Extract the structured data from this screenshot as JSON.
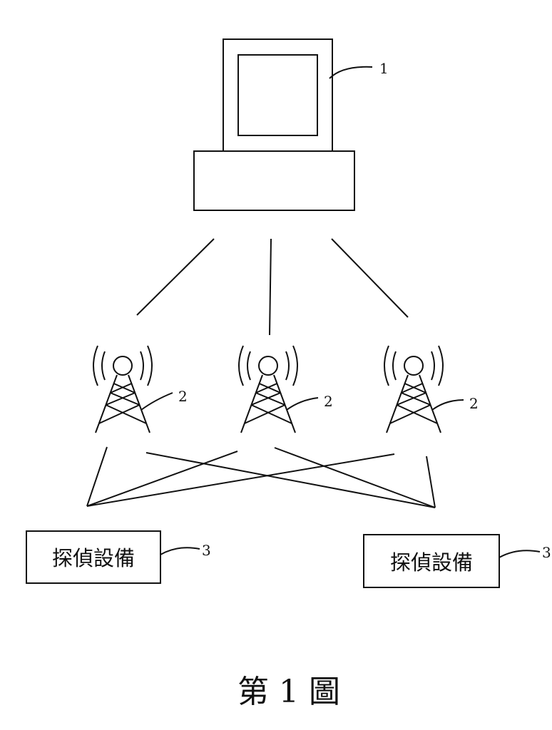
{
  "figure": {
    "caption": "第 1 圖",
    "computer": {
      "ref": "1"
    },
    "towers": [
      {
        "ref": "2"
      },
      {
        "ref": "2"
      },
      {
        "ref": "2"
      }
    ],
    "devices": [
      {
        "label": "探偵設備",
        "ref": "3"
      },
      {
        "label": "探偵設備",
        "ref": "3"
      }
    ]
  }
}
